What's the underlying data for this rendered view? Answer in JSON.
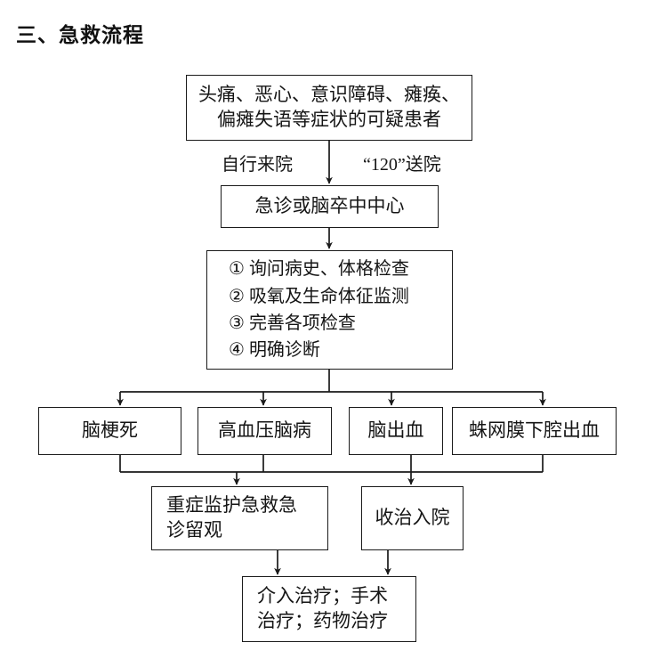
{
  "page": {
    "title": "三、急救流程",
    "background": "#ffffff",
    "line_color": "#1a1a1a",
    "text_color": "#151515"
  },
  "flow": {
    "type": "flowchart",
    "nodes": {
      "suspect": "头痛、恶心、意识障碍、瘫痪、\n偏瘫失语等症状的可疑患者",
      "suspect_line1": "头痛、恶心、意识障碍、瘫痪、",
      "suspect_line2": "偏瘫失语等症状的可疑患者",
      "emergency": "急诊或脑卒中中心",
      "steps": [
        {
          "marker": "①",
          "text": "询问病史、体格检查"
        },
        {
          "marker": "②",
          "text": "吸氧及生命体征监测"
        },
        {
          "marker": "③",
          "text": "完善各项检查"
        },
        {
          "marker": "④",
          "text": "明确诊断"
        }
      ],
      "diagnoses": [
        {
          "id": "cerebral-infarction",
          "label": "脑梗死"
        },
        {
          "id": "hypertensive-encephalopathy",
          "label": "高血压脑病"
        },
        {
          "id": "cerebral-hemorrhage",
          "label": "脑出血"
        },
        {
          "id": "subarachnoid-hemorrhage",
          "label": "蛛网膜下腔出血"
        }
      ],
      "icu_line1": "重症监护急救急",
      "icu_line2": "诊留观",
      "admit": "收治入院",
      "treat_line1": "介入治疗；手术",
      "treat_line2": "治疗；药物治疗"
    },
    "edge_labels": {
      "self_arrival": "自行来院",
      "ambulance": "“120”送院"
    }
  }
}
